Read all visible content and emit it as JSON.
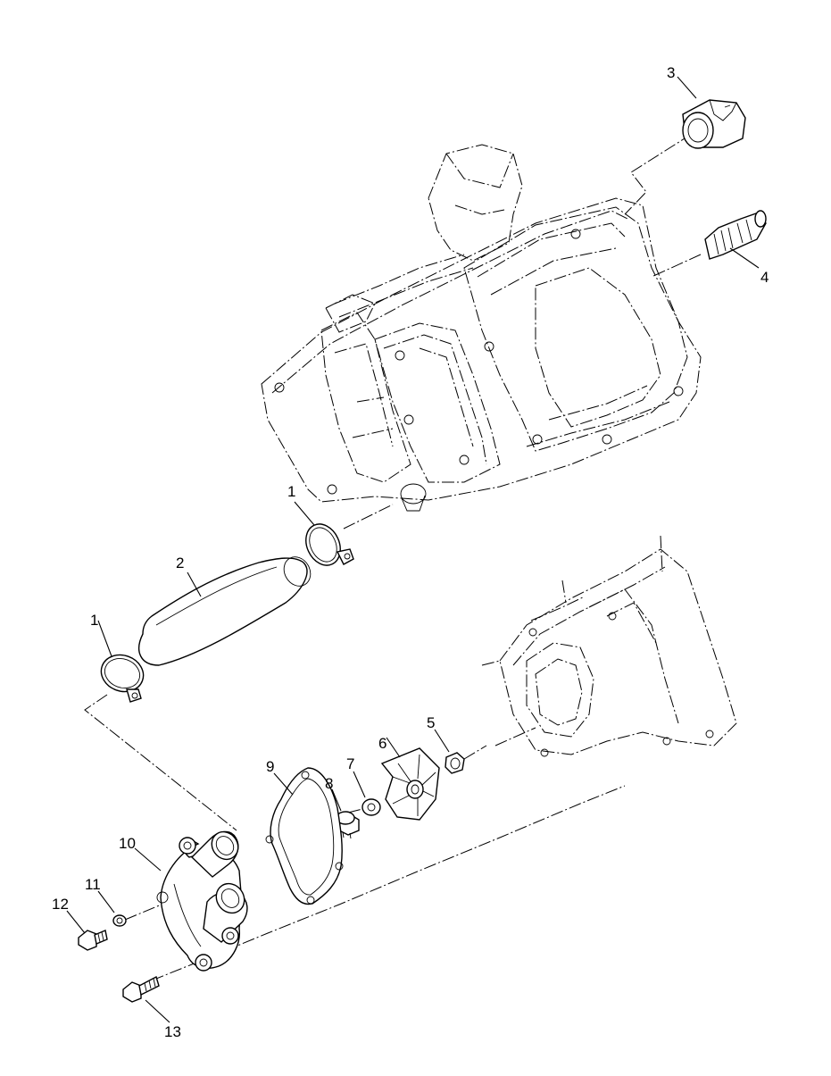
{
  "callouts": [
    {
      "id": "clamp-upper",
      "text": "1"
    },
    {
      "id": "clamp-lower",
      "text": "1"
    },
    {
      "id": "hose",
      "text": "2"
    },
    {
      "id": "thermostat",
      "text": "3"
    },
    {
      "id": "sensor",
      "text": "4"
    },
    {
      "id": "nut",
      "text": "5"
    },
    {
      "id": "impeller",
      "text": "6"
    },
    {
      "id": "washer",
      "text": "7"
    },
    {
      "id": "seal",
      "text": "8"
    },
    {
      "id": "gasket",
      "text": "9"
    },
    {
      "id": "pump-cover",
      "text": "10"
    },
    {
      "id": "washer-small",
      "text": "11"
    },
    {
      "id": "bolt-short",
      "text": "12"
    },
    {
      "id": "bolt-long",
      "text": "13"
    }
  ]
}
